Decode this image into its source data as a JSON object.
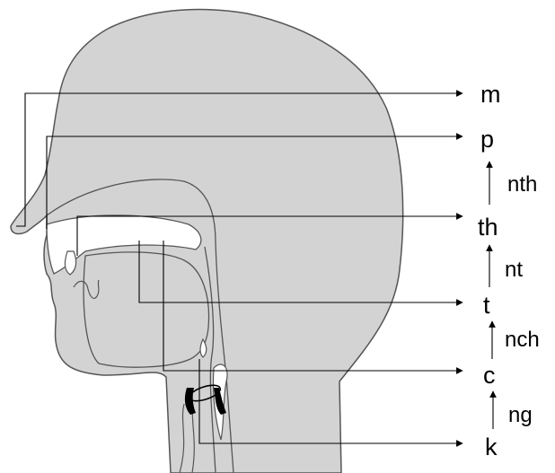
{
  "diagram": {
    "places": [
      "m",
      "p",
      "th",
      "t",
      "c",
      "k"
    ],
    "transitions": [
      "nth",
      "nt",
      "nch",
      "ng"
    ],
    "colors": {
      "tissue": "#d3d3d3",
      "outline": "#555555",
      "ink": "#000000",
      "cartilage": "#000000"
    }
  }
}
